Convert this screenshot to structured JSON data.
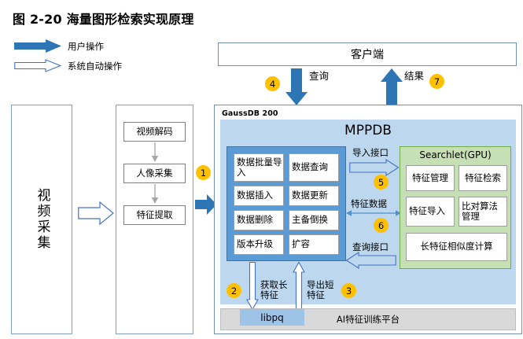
{
  "figure": {
    "title": "图 2-20 海量图形检索实现原理"
  },
  "legend": {
    "items": [
      {
        "label": "用户操作",
        "style": "solid-blue-arrow",
        "color": "#2e75b6"
      },
      {
        "label": "系统自动操作",
        "style": "outline-arrow",
        "color": "#4472c4"
      }
    ]
  },
  "colors": {
    "user_arrow": "#2e75b6",
    "outline_arrow_stroke": "#4472c4",
    "number_badge": "#ffc000",
    "mppdb_bg": "#bdd7ee",
    "mppdb_inner": "#5b9bd5",
    "searchlet_bg": "#c5e0b4",
    "searchlet_border": "#70ad47",
    "ai_platform_bg": "#d9d9d9",
    "libpq_bg": "#9dc3e6",
    "panel_border": "#6f8fb4"
  },
  "video_capture": {
    "label": "视频采集"
  },
  "processing": {
    "steps": [
      {
        "label": "视频解码"
      },
      {
        "label": "人像采集"
      },
      {
        "label": "特征提取"
      }
    ]
  },
  "client": {
    "label": "客户端"
  },
  "gaussdb": {
    "label": "GaussDB 200",
    "mppdb": {
      "title": "MPPDB",
      "features": [
        {
          "label": "数据批量导入"
        },
        {
          "label": "数据查询"
        },
        {
          "label": "数据插入"
        },
        {
          "label": "数据更新"
        },
        {
          "label": "数据删除"
        },
        {
          "label": "主备倒换"
        },
        {
          "label": "版本升级"
        },
        {
          "label": "扩容"
        }
      ]
    },
    "searchlet": {
      "title": "Searchlet(GPU)",
      "features": [
        {
          "label": "特征管理"
        },
        {
          "label": "特征检索"
        },
        {
          "label": "特征导入"
        },
        {
          "label": "比对算法管理"
        },
        {
          "label": "长特征相似度计算"
        }
      ]
    }
  },
  "ai_platform": {
    "label": "AI特征训练平台",
    "connector": "libpq"
  },
  "flows": [
    {
      "id": "1",
      "label": "",
      "type": "user"
    },
    {
      "id": "2",
      "label": "获取长特征",
      "type": "system"
    },
    {
      "id": "3",
      "label": "导出短特征",
      "type": "system"
    },
    {
      "id": "4",
      "label": "查询",
      "type": "user"
    },
    {
      "id": "5",
      "label": "导入接口",
      "type": "system"
    },
    {
      "id": "6",
      "label": "特征数据",
      "type": "system"
    },
    {
      "id": "7",
      "label": "结果",
      "type": "user"
    }
  ],
  "interface_labels": {
    "import": "导入接口",
    "feature_data": "特征数据",
    "query": "查询接口",
    "get_long_feature": "获取长特征",
    "export_short_feature": "导出短特征",
    "query_top": "查询",
    "result_top": "结果"
  }
}
